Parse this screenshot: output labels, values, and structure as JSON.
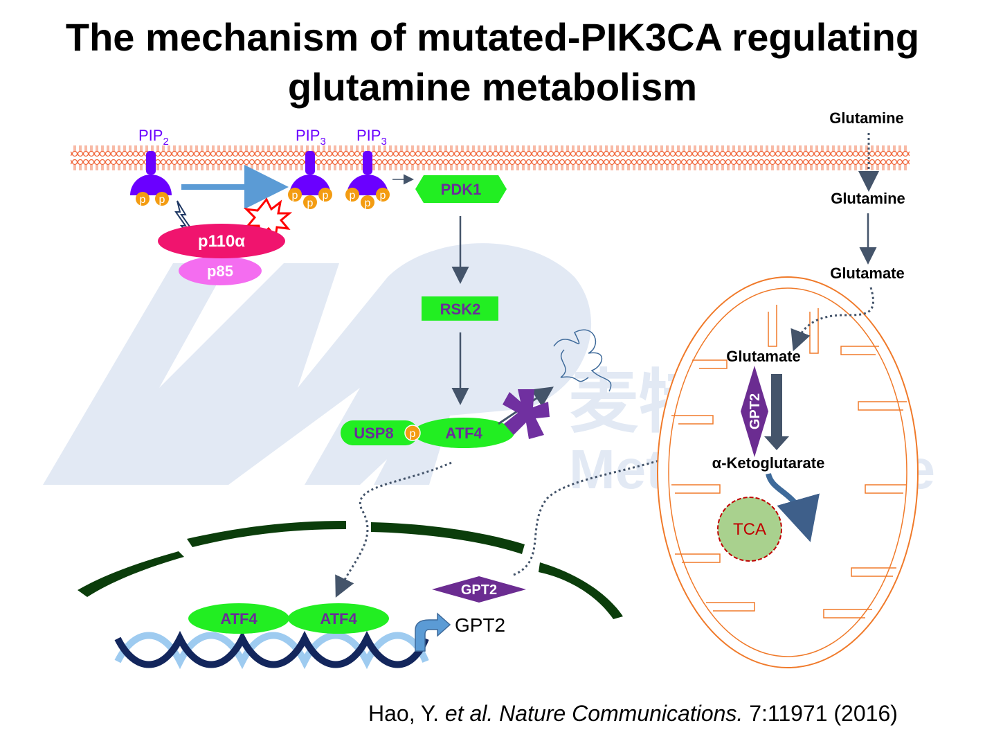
{
  "title": {
    "line1": "The mechanism of mutated-PIK3CA regulating",
    "line2": "glutamine metabolism"
  },
  "watermark": {
    "logo_text": "麦特绘谱",
    "brand_text": "MetaboProfile"
  },
  "membrane": {
    "pip2": {
      "base": "PIP",
      "sub": "2"
    },
    "pip3_a": {
      "base": "PIP",
      "sub": "3"
    },
    "pip3_b": {
      "base": "PIP",
      "sub": "3"
    },
    "phospho": "p"
  },
  "proteins": {
    "p110a": "p110α",
    "p85": "p85",
    "pdk1": "PDK1",
    "rsk2": "RSK2",
    "usp8": "USP8",
    "atf4": "ATF4",
    "atf4_dna_1": "ATF4",
    "atf4_dna_2": "ATF4",
    "gpt2_protein": "GPT2",
    "gpt2_gene": "GPT2",
    "gpt2_mito": "GPT2"
  },
  "metabolites": {
    "glutamine_out": "Glutamine",
    "glutamine_in": "Glutamine",
    "glutamate_cyto": "Glutamate",
    "glutamate_mito": "Glutamate",
    "akg": "α-Ketoglutarate",
    "tca": "TCA"
  },
  "citation": {
    "authors": "Hao, Y. ",
    "etal": "et al. Nature Communications.",
    "ref": " 7:11971 (2016)"
  },
  "colors": {
    "membrane": "#f0663a",
    "pi3k_purple": "#6a00ff",
    "phospho_orange": "#f39c12",
    "p110a": "#f0146e",
    "p85": "#f46df0",
    "kinase_green": "#22ee22",
    "kinase_text": "#6a2c9a",
    "gpt2_purple": "#6b2c91",
    "mito_orange": "#f07a2a",
    "tca_green": "#a9d18e",
    "tca_text": "#c00000",
    "nucleus": "#0b3d0b",
    "dna_dark": "#13265c",
    "dna_light": "#9ecbf0",
    "arrow_dark": "#44546a",
    "arrow_blue": "#5b9bd5",
    "watermark": "#dfe7f3"
  }
}
